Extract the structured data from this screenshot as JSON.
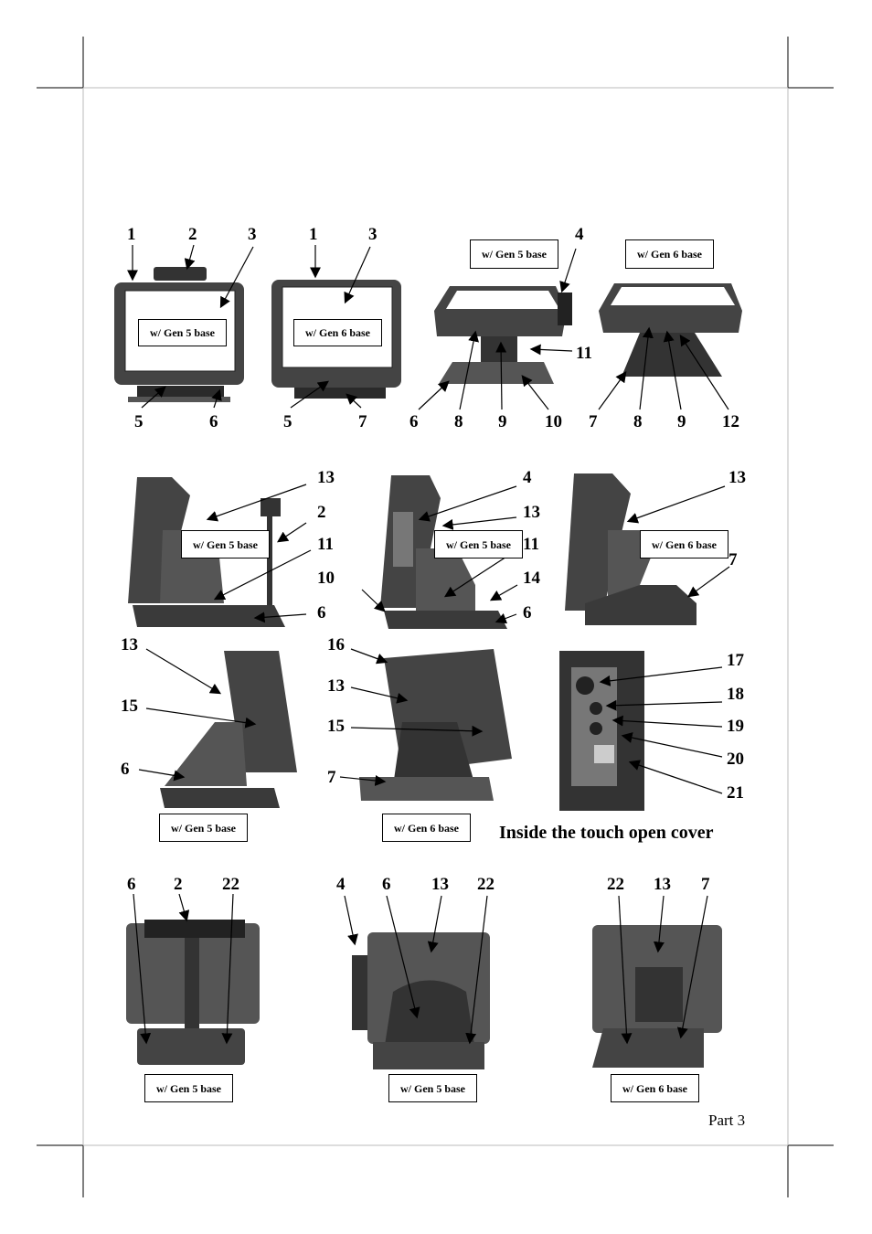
{
  "labels": {
    "gen5": "w/ Gen 5 base",
    "gen6": "w/ Gen 6 base"
  },
  "callouts": {
    "row1": [
      "1",
      "2",
      "3",
      "1",
      "3",
      "4",
      "5",
      "6",
      "5",
      "7",
      "6",
      "8",
      "9",
      "10",
      "11",
      "7",
      "8",
      "9",
      "12"
    ],
    "row2": [
      "13",
      "2",
      "11",
      "6",
      "4",
      "13",
      "11",
      "10",
      "14",
      "6",
      "13",
      "7"
    ],
    "row3": [
      "13",
      "15",
      "6",
      "16",
      "13",
      "15",
      "7",
      "17",
      "18",
      "19",
      "20",
      "21"
    ],
    "row4": [
      "6",
      "2",
      "22",
      "4",
      "6",
      "13",
      "22",
      "22",
      "13",
      "7"
    ]
  },
  "caption": "Inside the touch open cover",
  "footer": "Part 3"
}
